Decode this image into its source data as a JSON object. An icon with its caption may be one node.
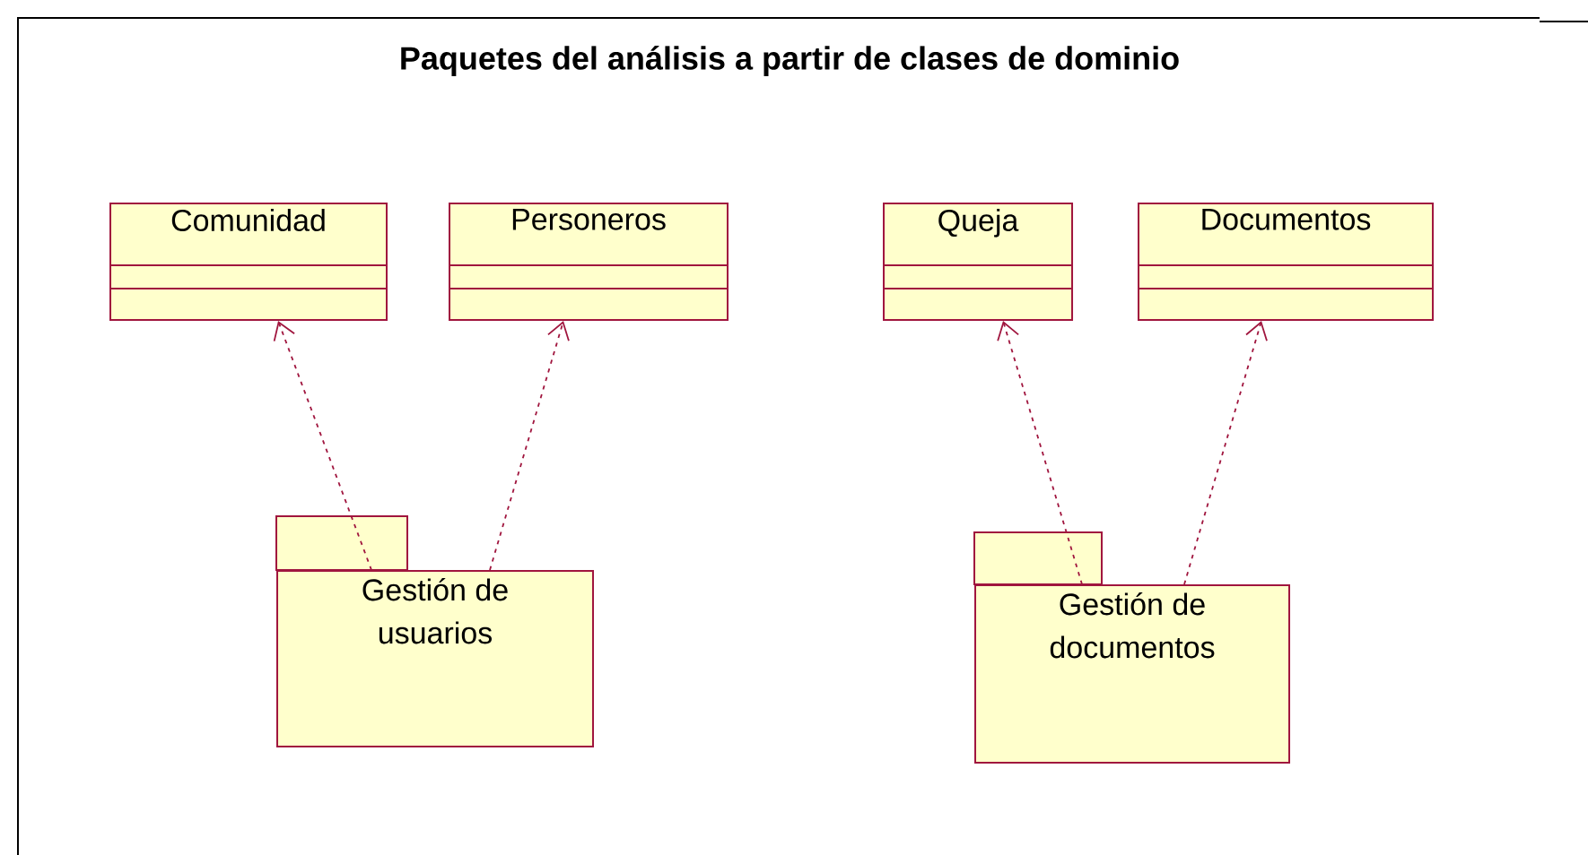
{
  "diagram": {
    "title": "Paquetes del análisis a partir de clases de dominio",
    "nodes": [
      {
        "text": [
          "Comunidad"
        ]
      },
      {
        "text": [
          "Personeros"
        ]
      },
      {
        "text": [
          "Queja"
        ]
      },
      {
        "text": [
          "Documentos"
        ]
      },
      {
        "text": [
          "Gestión de usuarios"
        ]
      },
      {
        "text": [
          "Gestión de documentos"
        ]
      }
    ],
    "edges": [
      {
        "from": 4,
        "to": 0,
        "arrow": "to",
        "style": "dashed"
      },
      {
        "from": 4,
        "to": 1,
        "arrow": "to",
        "style": "dashed"
      },
      {
        "from": 5,
        "to": 2,
        "arrow": "to",
        "style": "dashed"
      },
      {
        "from": 5,
        "to": 3,
        "arrow": "to",
        "style": "dashed"
      }
    ]
  }
}
